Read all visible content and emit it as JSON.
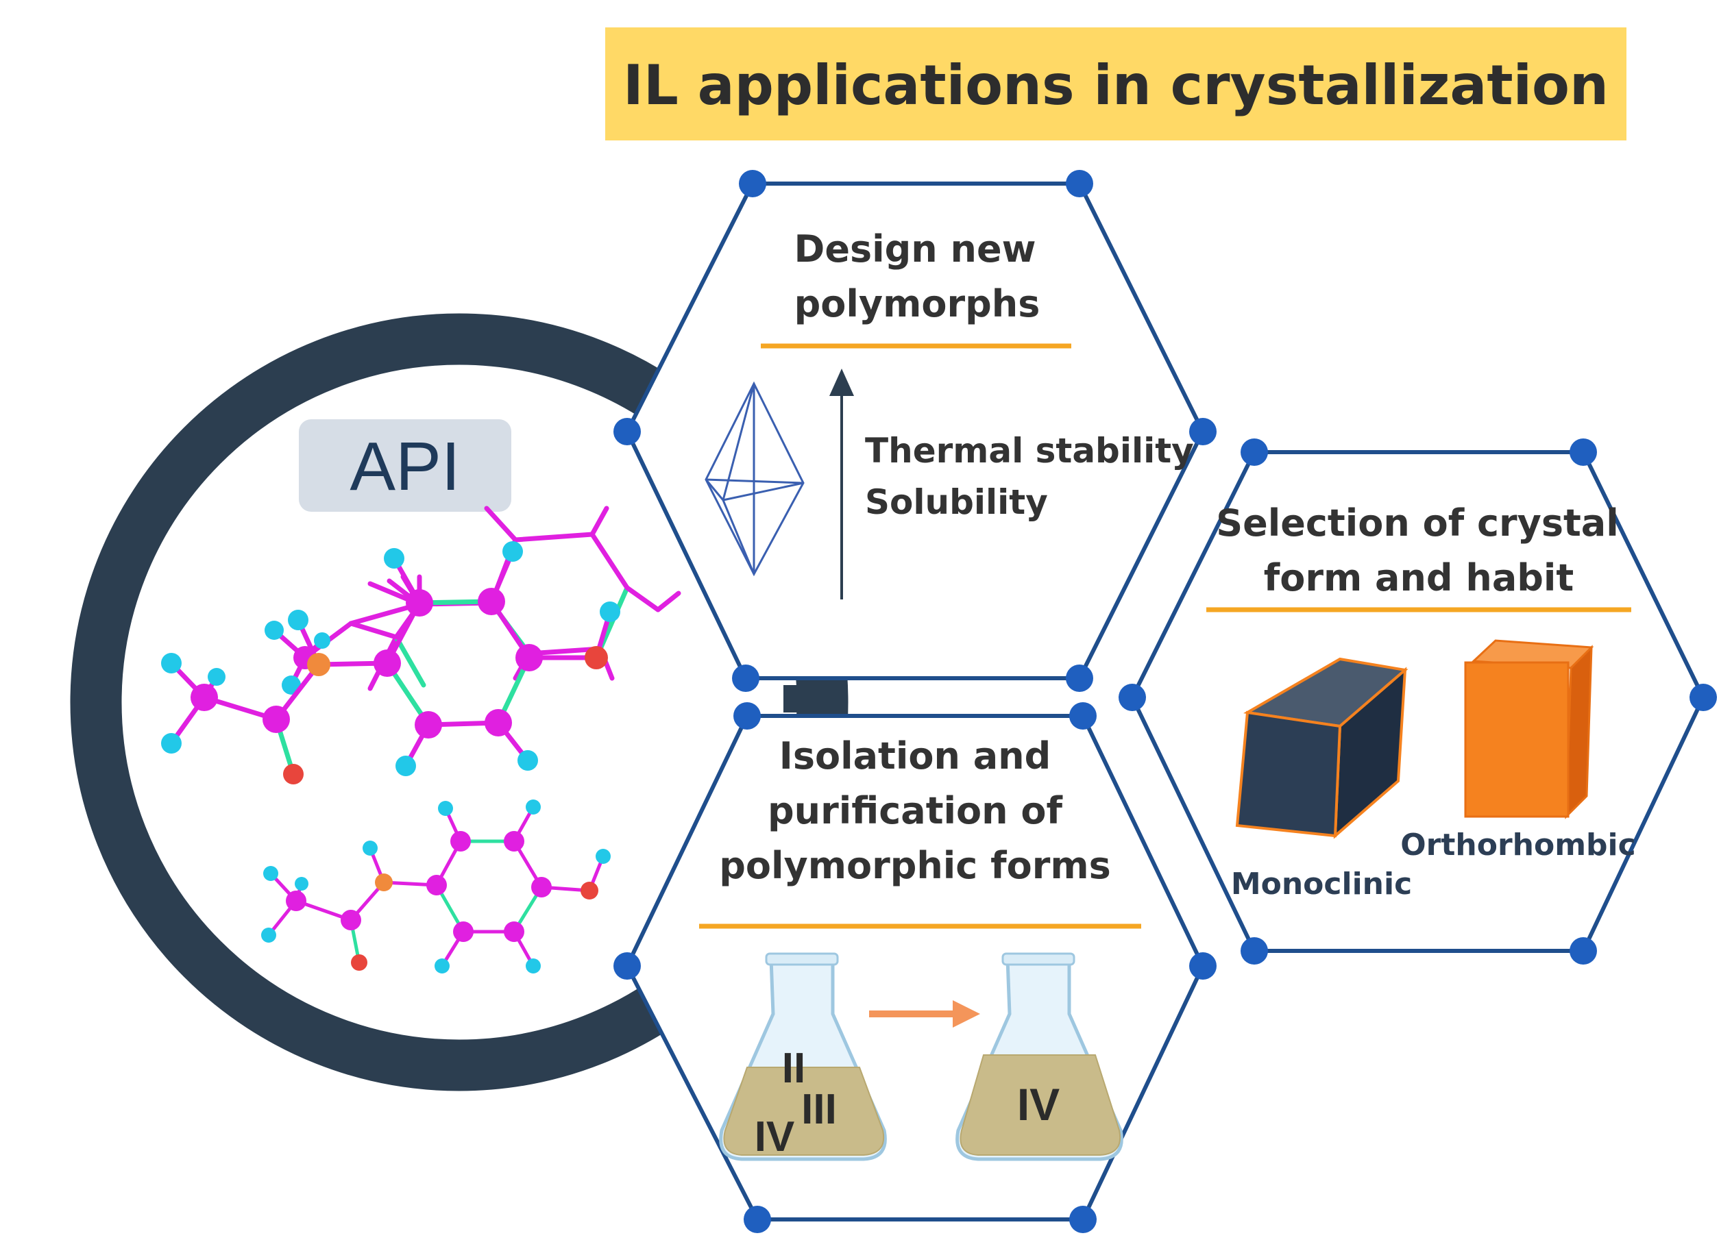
{
  "title": "IL applications in crystallization",
  "api_label": "API",
  "hexagons": {
    "design": {
      "title_line1": "Design new",
      "title_line2": "polymorphs",
      "property1": "Thermal stability",
      "property2": "Solubility"
    },
    "isolation": {
      "title_line1": "Isolation and",
      "title_line2": "purification of",
      "title_line3": "polymorphic forms",
      "flask_left_forms": [
        "II",
        "III",
        "IV"
      ],
      "flask_right_form": "IV"
    },
    "selection": {
      "title_line1": "Selection of crystal",
      "title_line2": "form and habit",
      "crystal1_label": "Monoclinic",
      "crystal2_label": "Orthorhombic"
    }
  },
  "colors": {
    "title_bg": "#ffd966",
    "hex_stroke": "#1f4e8c",
    "node_fill": "#1f5fbf",
    "divider": "#f5a623",
    "ring": "#2c3e50",
    "api_box": "#d6dde6",
    "monoclinic": "#2c3e55",
    "orthorhombic": "#f5821f",
    "carbon": "#e020e0",
    "hydrogen": "#22c8e8",
    "nitrogen": "#f08a3c",
    "oxygen": "#e8453c",
    "bond_alt": "#2ee0a0"
  }
}
